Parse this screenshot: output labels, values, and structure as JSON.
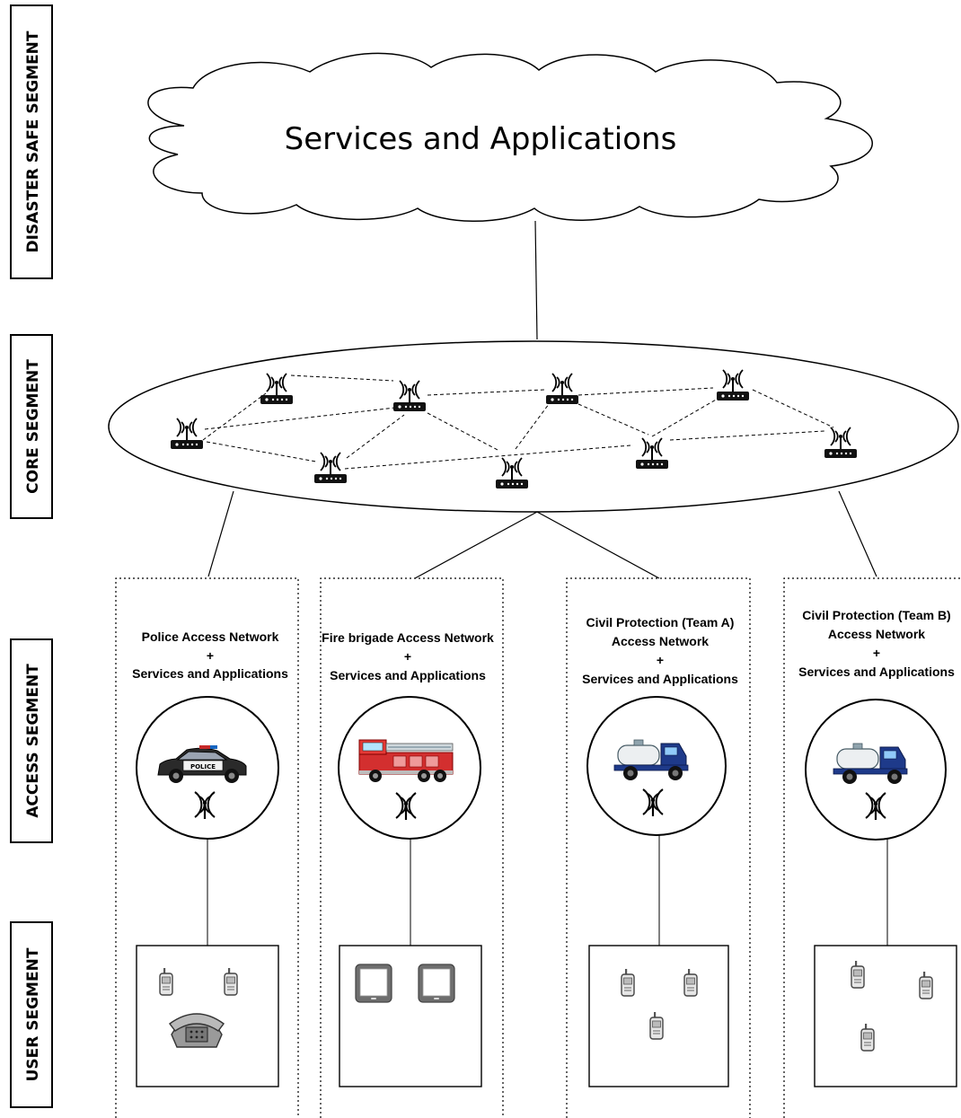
{
  "segments": [
    {
      "id": "disaster-safe",
      "label": "DISASTER SAFE SEGMENT"
    },
    {
      "id": "core",
      "label": "CORE SEGMENT"
    },
    {
      "id": "access",
      "label": "ACCESS SEGMENT"
    },
    {
      "id": "user",
      "label": "USER SEGMENT"
    }
  ],
  "cloud": {
    "title": "Services and Applications"
  },
  "core": {
    "nodes": [
      "router-icon",
      "router-icon",
      "router-icon",
      "router-icon",
      "router-icon",
      "router-icon",
      "router-icon",
      "router-icon",
      "router-icon"
    ]
  },
  "access_networks": [
    {
      "id": "police",
      "lines": [
        "Police Access Network",
        "+",
        "Services and Applications"
      ],
      "vehicle": "police-car-icon",
      "devices": [
        "mobile-phone-icon",
        "mobile-phone-icon",
        "desk-telephone-icon"
      ]
    },
    {
      "id": "fire",
      "lines": [
        "Fire brigade Access Network",
        "+",
        "Services and Applications"
      ],
      "vehicle": "fire-truck-icon",
      "devices": [
        "tablet-icon",
        "tablet-icon"
      ]
    },
    {
      "id": "civil-a",
      "lines": [
        "Civil Protection  (Team A)",
        "Access Network",
        "+",
        "Services and Applications"
      ],
      "vehicle": "tanker-truck-icon",
      "devices": [
        "mobile-phone-icon",
        "mobile-phone-icon",
        "mobile-phone-icon"
      ]
    },
    {
      "id": "civil-b",
      "lines": [
        "Civil Protection  (Team B)",
        "Access Network",
        "+",
        "Services and Applications"
      ],
      "vehicle": "tanker-truck-icon",
      "devices": [
        "mobile-phone-icon",
        "mobile-phone-icon",
        "mobile-phone-icon"
      ]
    }
  ]
}
